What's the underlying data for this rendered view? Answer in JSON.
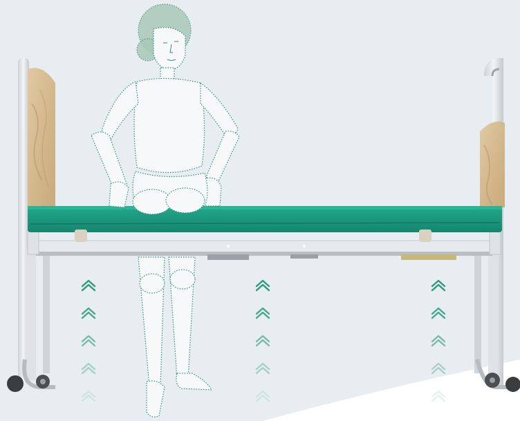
{
  "colors": {
    "background": "#e8edf1",
    "floor": "#ffffff",
    "mattress": "#1b9a80",
    "mattress_dark": "#137f6a",
    "frame": "#e3e6e8",
    "frame_shadow": "#b9bec2",
    "wood": "#d6bc92",
    "wood_grain": "#b89868",
    "figure_outline": "#2e8f7a",
    "figure_fill": "#f6f8f9",
    "hair": "#9fbfae",
    "arrow": "#2e9a80"
  },
  "icons": {
    "lift_arrow": "double-chevron-up-icon",
    "wheel": "caster-wheel-icon"
  },
  "scene": {
    "description_free": true,
    "arrow_columns": 3,
    "arrows_per_column": 5,
    "arrow_opacity_levels": [
      1,
      0.85,
      0.6,
      0.35,
      0.12
    ]
  }
}
